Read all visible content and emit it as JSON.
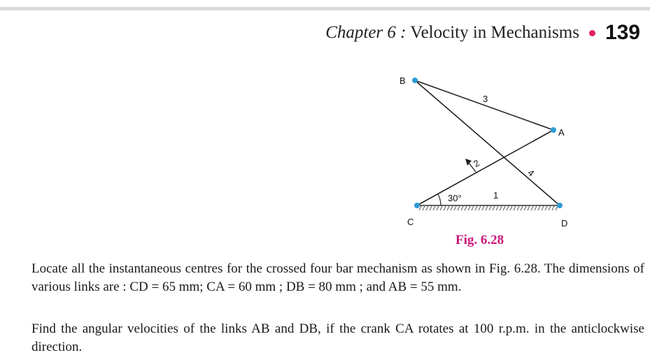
{
  "header": {
    "chapter_label": "Chapter 6 :",
    "chapter_title": "Velocity in Mechanisms",
    "page_number": "139"
  },
  "figure": {
    "points": {
      "B": "B",
      "A": "A",
      "C": "C",
      "D": "D"
    },
    "links": {
      "link1": "1",
      "link2": "2",
      "link3": "3",
      "link4": "4"
    },
    "angle_label": "30°",
    "caption": "Fig. 6.28",
    "accent_color": "#2e9bd6"
  },
  "body": {
    "paragraph1": "Locate all the instantaneous centres for the crossed four bar mechanism as shown in Fig. 6.28. The dimensions of various links are : CD = 65 mm; CA = 60 mm ; DB = 80 mm ; and AB = 55 mm.",
    "paragraph2": "Find the angular velocities of the links AB and DB, if the crank CA rotates at 100 r.p.m. in the anticlockwise direction."
  }
}
